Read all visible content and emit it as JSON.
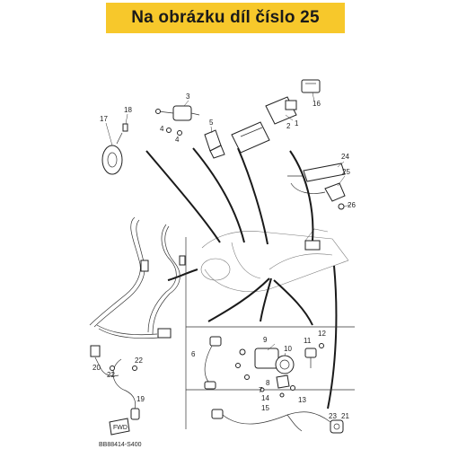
{
  "banner": {
    "text": "Na obrázku díl číslo 25",
    "color": "#f7c82b"
  },
  "diagram": {
    "code": "BB88414-S400",
    "fwd_label": "FWD",
    "labels": {
      "n1": "1",
      "n2": "2",
      "n3": "3",
      "n4a": "4",
      "n4b": "4",
      "n5": "5",
      "n6": "6",
      "n7": "7",
      "n8": "8",
      "n9": "9",
      "n10": "10",
      "n11": "11",
      "n12": "12",
      "n13": "13",
      "n14": "14",
      "n15": "15",
      "n16": "16",
      "n17": "17",
      "n18": "18",
      "n19": "19",
      "n20": "20",
      "n21": "21",
      "n22a": "22",
      "n22b": "22",
      "n23": "23",
      "n24": "24",
      "n25": "25",
      "n26": "26"
    }
  }
}
